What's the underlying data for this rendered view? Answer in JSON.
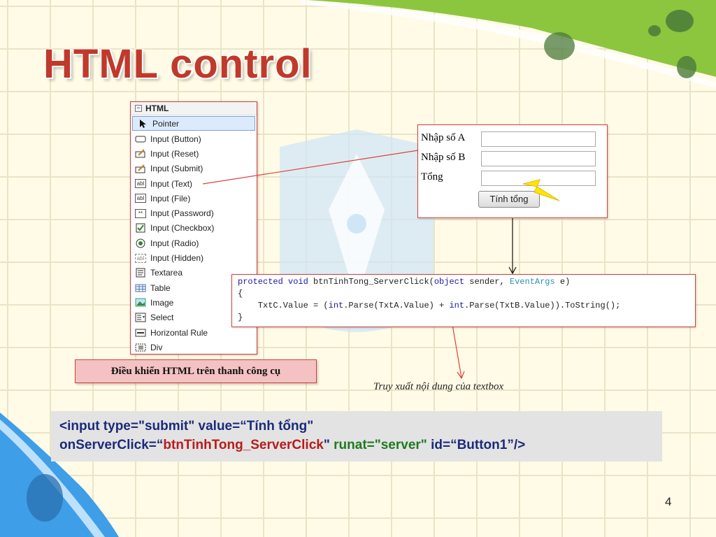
{
  "slide": {
    "title": "HTML control",
    "page_number": "4"
  },
  "toolbox": {
    "header": "HTML",
    "items": [
      {
        "label": "Pointer",
        "icon": "pointer-icon",
        "selected": true
      },
      {
        "label": "Input (Button)",
        "icon": "button-icon"
      },
      {
        "label": "Input (Reset)",
        "icon": "reset-icon"
      },
      {
        "label": "Input (Submit)",
        "icon": "submit-icon"
      },
      {
        "label": "Input (Text)",
        "icon": "textbox-icon"
      },
      {
        "label": "Input (File)",
        "icon": "file-input-icon"
      },
      {
        "label": "Input (Password)",
        "icon": "password-icon"
      },
      {
        "label": "Input (Checkbox)",
        "icon": "checkbox-icon"
      },
      {
        "label": "Input (Radio)",
        "icon": "radio-icon"
      },
      {
        "label": "Input (Hidden)",
        "icon": "hidden-input-icon"
      },
      {
        "label": "Textarea",
        "icon": "textarea-icon"
      },
      {
        "label": "Table",
        "icon": "table-icon"
      },
      {
        "label": "Image",
        "icon": "image-icon"
      },
      {
        "label": "Select",
        "icon": "select-icon"
      },
      {
        "label": "Horizontal Rule",
        "icon": "hr-icon"
      },
      {
        "label": "Div",
        "icon": "div-icon"
      }
    ]
  },
  "form": {
    "label_a": "Nhập số A",
    "label_b": "Nhập số B",
    "label_total": "Tổng",
    "button": "Tính tổng"
  },
  "code": {
    "line1_kw1": "protected",
    "line1_kw2": "void",
    "line1_name": " btnTinhTong_ServerClick(",
    "line1_kw3": "object",
    "line1_mid": " sender, ",
    "line1_type": "EventArgs",
    "line1_end": " e)",
    "line2": "{",
    "line3_a": "    TxtC.Value = (",
    "line3_kw1": "int",
    "line3_b": ".Parse(TxtA.Value) + ",
    "line3_kw2": "int",
    "line3_c": ".Parse(TxtB.Value)).ToString();",
    "line4": "}"
  },
  "captions": {
    "toolbox_caption": "Điều khiển HTML trên thanh công cụ",
    "textbox_caption": "Truy xuất nội dung của textbox"
  },
  "snippet": {
    "line1": "<input type=\"submit\" value=“Tính tổng\"",
    "line2_a": "onServerClick=“",
    "line2_b": "btnTinhTong_ServerClick",
    "line2_c": "\" ",
    "line2_d": "runat=\"server\"",
    "line2_e": "  id=“Button1”/>"
  },
  "colors": {
    "title": "#c0392b",
    "accent_green": "#8bc34a",
    "accent_blue": "#42a5f5"
  }
}
